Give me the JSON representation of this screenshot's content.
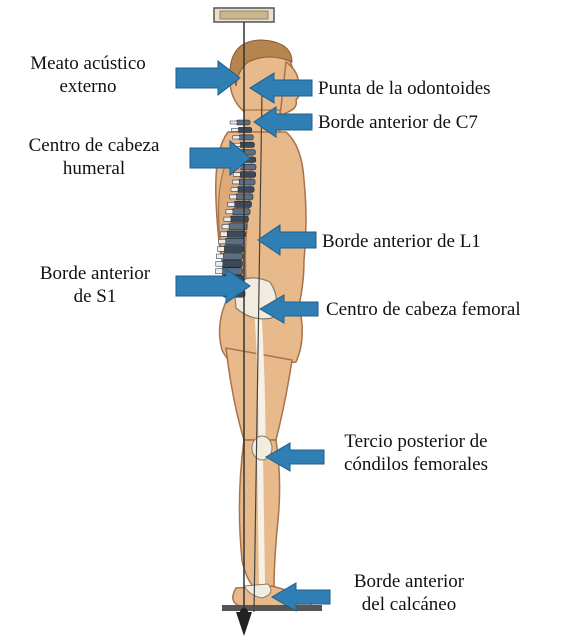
{
  "labels": {
    "meato_line1": "Meato acústico",
    "meato_line2": "externo",
    "odontoides": "Punta de la odontoides",
    "c7": "Borde anterior de C7",
    "humeral_line1": "Centro de cabeza",
    "humeral_line2": "humeral",
    "l1": "Borde anterior de L1",
    "s1_line1": "Borde anterior",
    "s1_line2": "de S1",
    "femoral_head": "Centro de cabeza femoral",
    "condilos_line1": "Tercio posterior de",
    "condilos_line2": "cóndilos femorales",
    "calcaneo_line1": "Borde anterior",
    "calcaneo_line2": "del calcáneo"
  },
  "colors": {
    "arrow": "#2f7fb5",
    "skin": "#e8b98a",
    "spine": "#3a4a5a",
    "plumb_line": "#333333"
  },
  "icons": {
    "plumb_bob": "plumb-bob-icon"
  }
}
